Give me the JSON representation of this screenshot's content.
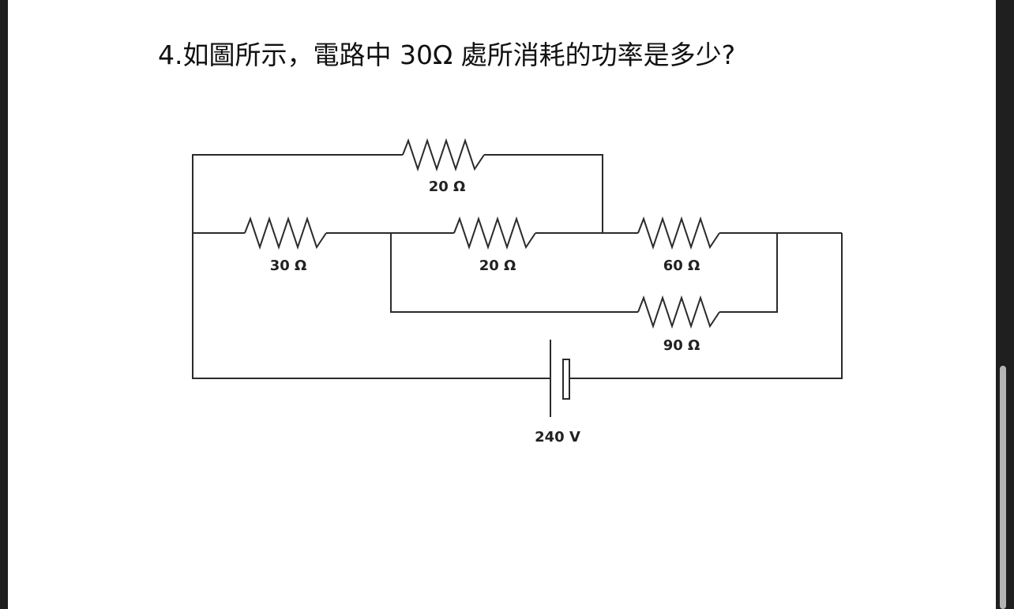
{
  "question": {
    "text": "4.如圖所示，電路中 30Ω 處所消耗的功率是多少?"
  },
  "circuit": {
    "resistors": [
      {
        "id": "r-top",
        "label": "20 Ω"
      },
      {
        "id": "r-left",
        "label": "30 Ω"
      },
      {
        "id": "r-mid",
        "label": "20 Ω"
      },
      {
        "id": "r-right",
        "label": "60 Ω"
      },
      {
        "id": "r-bottom",
        "label": "90 Ω"
      }
    ],
    "battery": {
      "label": "240 V"
    }
  }
}
